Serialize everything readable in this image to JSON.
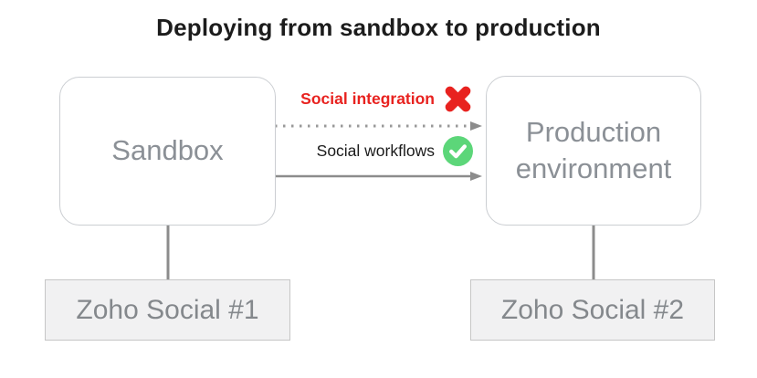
{
  "title": "Deploying from sandbox to production",
  "colors": {
    "blocked_red": "#e8221f",
    "allowed_green": "#5cd679",
    "check_white": "#ffffff",
    "line_gray": "#8c8c8c",
    "dotted_gray": "#999999",
    "node_border_gray": "#cbced2",
    "node_text_gray": "#8b9096",
    "leaf_fill_gray": "#f1f1f2",
    "title_black": "#1c1c1c"
  },
  "nodes": {
    "sandbox": {
      "label": "Sandbox"
    },
    "production": {
      "label": "Production environment"
    },
    "zoho1": {
      "label": "Zoho Social #1"
    },
    "zoho2": {
      "label": "Zoho Social #2"
    }
  },
  "edges": {
    "integration": {
      "label": "Social integration",
      "style": "dotted",
      "status": "not-deployed",
      "icon": "cross-icon"
    },
    "workflows": {
      "label": "Social workflows",
      "style": "solid",
      "status": "deployed",
      "icon": "check-icon"
    }
  }
}
